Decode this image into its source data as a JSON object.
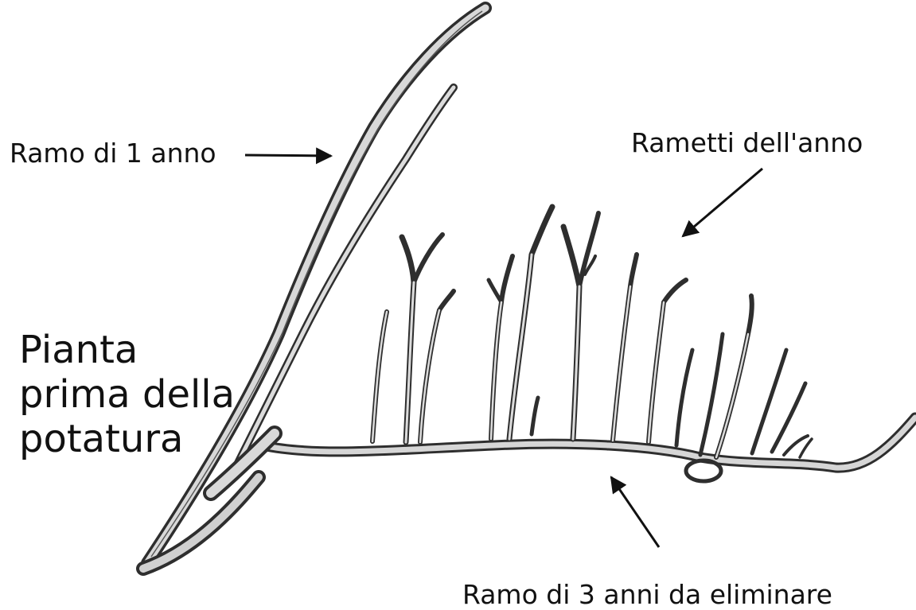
{
  "labels": {
    "ramo_1_anno": "Ramo di 1 anno",
    "rametti_anno": "Rametti dell'anno",
    "ramo_3_anni": "Ramo di 3 anni da eliminare",
    "pianta": {
      "line1": "Pianta",
      "line2": "prima della",
      "line3": "potatura"
    }
  },
  "colors": {
    "ink": "#111111",
    "bark": "#3a3a3a",
    "bark_light": "#cfcfcf",
    "background": "#ffffff"
  }
}
